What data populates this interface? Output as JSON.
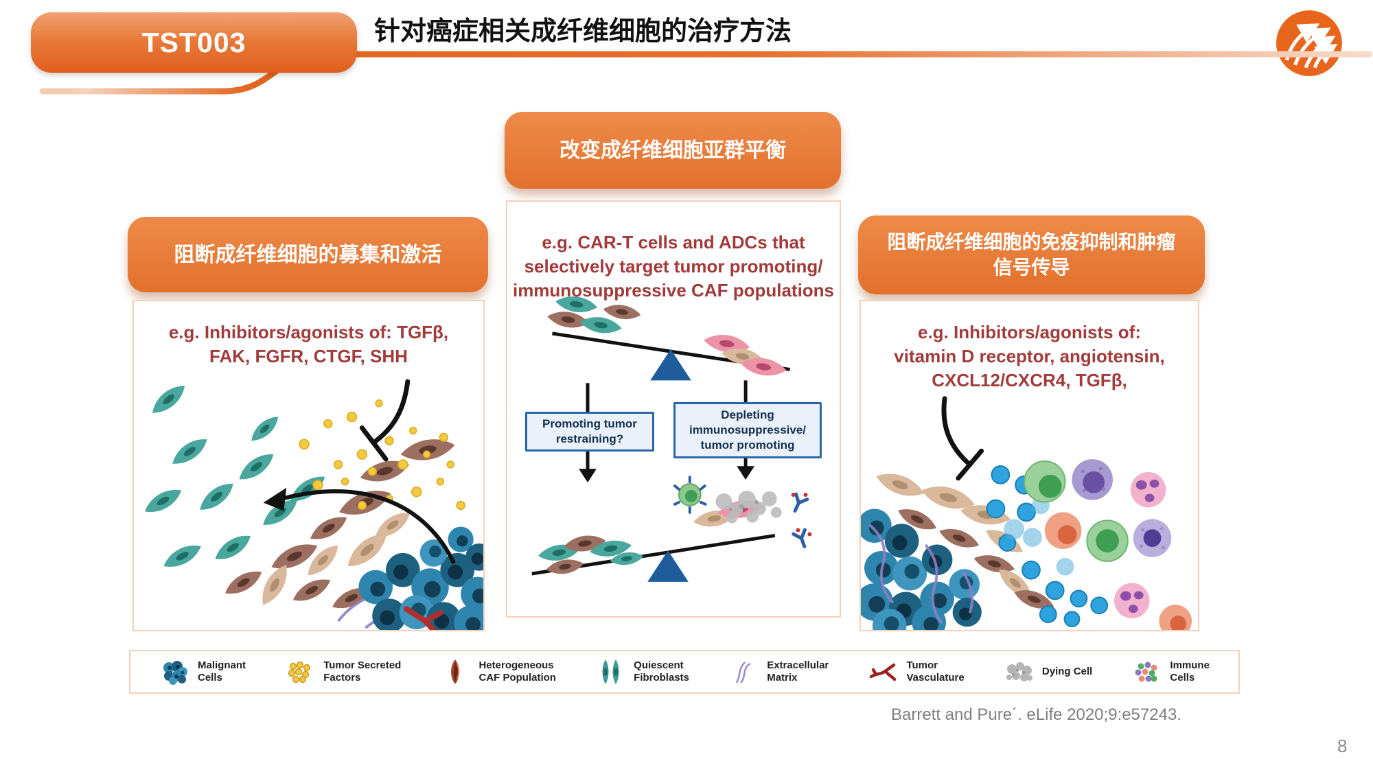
{
  "slide": {
    "badge_label": "TST003",
    "title": "针对癌症相关成纤维细胞的治疗方法",
    "citation": "Barrett and Pure´. eLife 2020;9:e57243.",
    "page_number": "8"
  },
  "strategies": {
    "left": {
      "heading": "阻断成纤维细胞的募集和激活",
      "example_text": "e.g. Inhibitors/agonists of: TGFβ,\nFAK, FGFR, CTGF, SHH"
    },
    "center": {
      "heading": "改变成纤维细胞亚群平衡",
      "example_text": "e.g. CAR-T cells and ADCs that\nselectively target tumor promoting/\nimmunosuppressive CAF populations",
      "balance_label_left": "Promoting tumor\nrestraining?",
      "balance_label_right": "Depleting\nimmunosuppressive/\ntumor promoting"
    },
    "right": {
      "heading": "阻断成纤维细胞的免疫抑制和肿瘤\n信号传导",
      "example_text": "e.g. Inhibitors/agonists of:\nvitamin D receptor, angiotensin,\nCXCL12/CXCR4, TGFβ,"
    }
  },
  "legend": {
    "items": [
      {
        "icon": "malignant-cells-icon",
        "label": "Malignant\nCells"
      },
      {
        "icon": "tumor-secreted-factors-icon",
        "label": "Tumor Secreted\nFactors"
      },
      {
        "icon": "heterogeneous-caf-icon",
        "label": "Heterogeneous\nCAF Population"
      },
      {
        "icon": "quiescent-fibroblasts-icon",
        "label": "Quiescent\nFibroblasts"
      },
      {
        "icon": "extracellular-matrix-icon",
        "label": "Extracellular\nMatrix"
      },
      {
        "icon": "tumor-vasculature-icon",
        "label": "Tumor\nVasculature"
      },
      {
        "icon": "dying-cell-icon",
        "label": "Dying Cell"
      },
      {
        "icon": "immune-cells-icon",
        "label": "Immune\nCells"
      }
    ]
  },
  "colors": {
    "accent_orange": "#E2702B",
    "panel_border": "#F4D0B8",
    "example_text_red": "#A13B3B",
    "balance_box_border": "#2767A8",
    "fulcrum_blue": "#1E5C9C",
    "citation_gray": "#7F7F7F"
  }
}
